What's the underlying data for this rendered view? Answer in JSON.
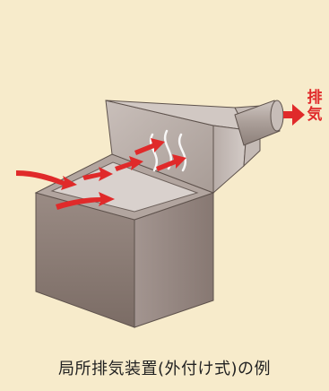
{
  "labels": {
    "exhaust_char1": "排",
    "exhaust_char2": "気"
  },
  "caption": "局所排気装置(外付け式)の例",
  "colors": {
    "background": "#f7ebcb",
    "arrow": "#e02a2a",
    "box_front": "#8a7a72",
    "box_side": "#9c8d86",
    "hood_panel": "#b6aaa4"
  },
  "icons": {
    "arrow": "right-arrow-icon",
    "airflow": "wavy-airflow-lines"
  }
}
